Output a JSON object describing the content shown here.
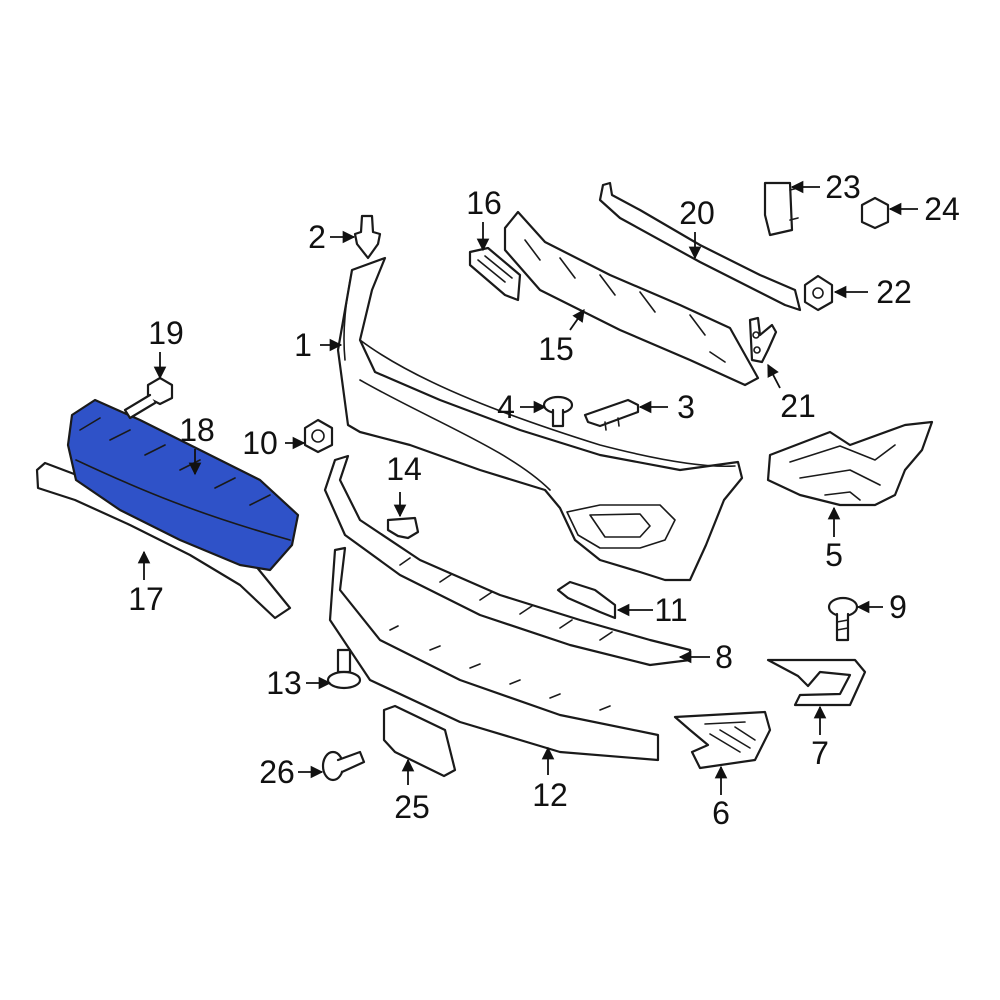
{
  "colors": {
    "highlight_fill": "#2f52c8",
    "outline": "#1a1a1a",
    "background": "#ffffff"
  },
  "highlighted_part": "18",
  "callouts": [
    {
      "id": "1",
      "label": "1"
    },
    {
      "id": "2",
      "label": "2"
    },
    {
      "id": "3",
      "label": "3"
    },
    {
      "id": "4",
      "label": "4"
    },
    {
      "id": "5",
      "label": "5"
    },
    {
      "id": "6",
      "label": "6"
    },
    {
      "id": "7",
      "label": "7"
    },
    {
      "id": "8",
      "label": "8"
    },
    {
      "id": "9",
      "label": "9"
    },
    {
      "id": "10",
      "label": "10"
    },
    {
      "id": "11",
      "label": "11"
    },
    {
      "id": "12",
      "label": "12"
    },
    {
      "id": "13",
      "label": "13"
    },
    {
      "id": "14",
      "label": "14"
    },
    {
      "id": "15",
      "label": "15"
    },
    {
      "id": "16",
      "label": "16"
    },
    {
      "id": "17",
      "label": "17"
    },
    {
      "id": "18",
      "label": "18"
    },
    {
      "id": "19",
      "label": "19"
    },
    {
      "id": "20",
      "label": "20"
    },
    {
      "id": "21",
      "label": "21"
    },
    {
      "id": "22",
      "label": "22"
    },
    {
      "id": "23",
      "label": "23"
    },
    {
      "id": "24",
      "label": "24"
    },
    {
      "id": "25",
      "label": "25"
    },
    {
      "id": "26",
      "label": "26"
    }
  ]
}
